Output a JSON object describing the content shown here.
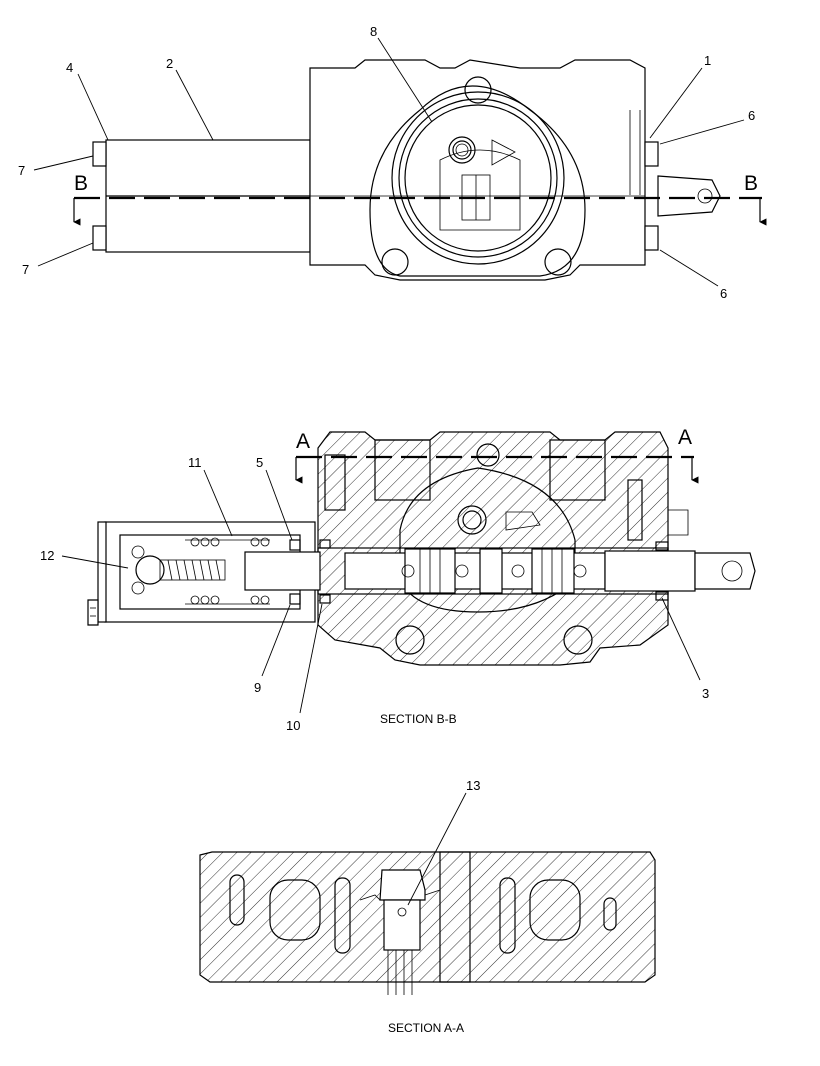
{
  "labels": {
    "p1": "1",
    "p2": "2",
    "p3": "3",
    "p4": "4",
    "p5": "5",
    "p6": "6",
    "p7": "7",
    "p8": "8",
    "p9": "9",
    "p10": "10",
    "p11": "11",
    "p12": "12",
    "p13": "13"
  },
  "section_marks": {
    "b": "B",
    "a": "A"
  },
  "captions": {
    "section_bb": "SECTION B-B",
    "section_aa": "SECTION A-A"
  }
}
